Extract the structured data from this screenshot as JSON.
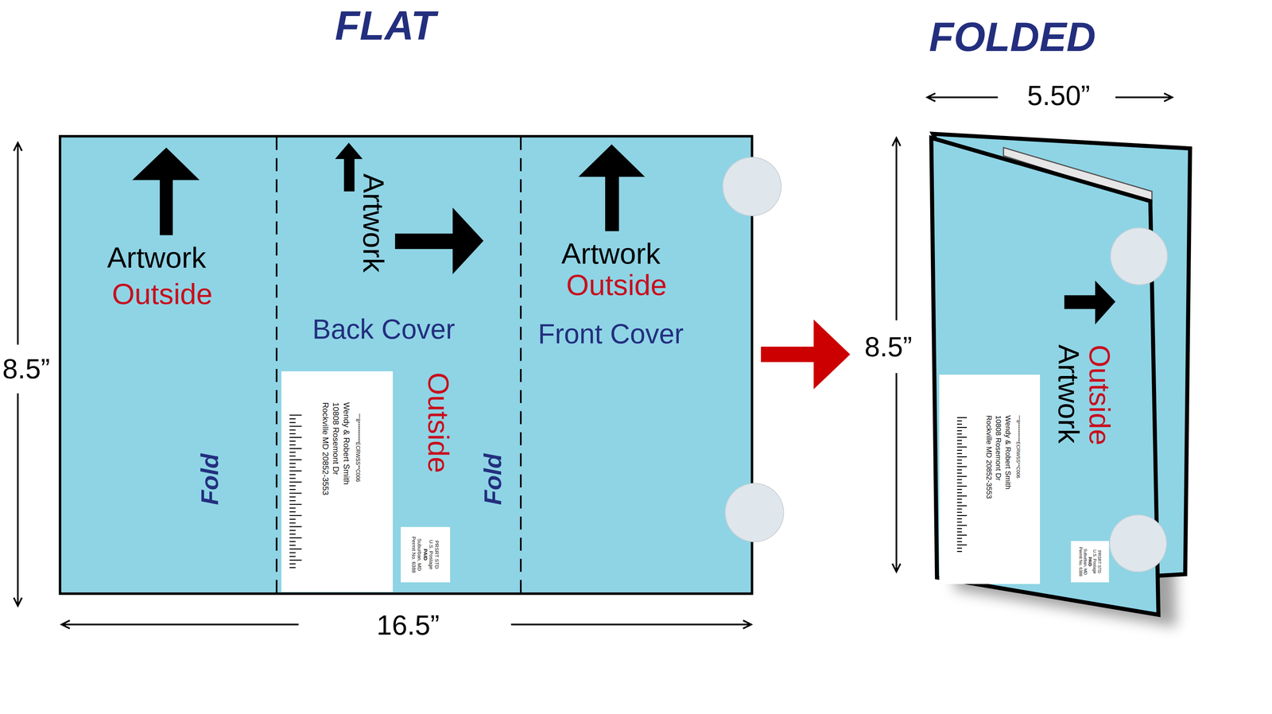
{
  "diagram": {
    "nodes": [
      {
        "text": [
          "Artwork",
          "Outside",
          "Artwork",
          "Back Cover",
          "Artwork",
          "Outside",
          "Front Cover",
          "Outside",
          "Fold",
          "Fold"
        ]
      },
      {
        "text": [
          "'''''8**********ECRWSS**C006",
          "Wendy & Robert Smith",
          "10808 Rosemont Dr",
          "Rockville MD 20852-3553"
        ],
        "in": 0
      },
      {
        "text": [
          "PRSRT STD",
          "U.S. Postage",
          "PAID",
          "Suburban, MD",
          "Permit No. 6388"
        ],
        "in": 0
      },
      {
        "text": [
          "Outside",
          "Artwork"
        ]
      },
      {
        "text": [
          "'''''8**********ECRWSS**C006",
          "Wendy & Robert Smith",
          "10808 Rosemont Dr",
          "Rockville MD 20852-3553"
        ],
        "in": 3
      },
      {
        "text": [
          "PRSRT STD",
          "U.S. Postage",
          "PAID",
          "Suburban, MD",
          "Permit No. 6388"
        ],
        "in": 3
      }
    ],
    "edges": [
      {
        "from": 0,
        "to": 3,
        "arrow": "to"
      }
    ],
    "labels": [
      "FLAT",
      "FOLDED",
      "8.5”",
      "16.5”",
      "5.50”",
      "8.5”"
    ]
  }
}
